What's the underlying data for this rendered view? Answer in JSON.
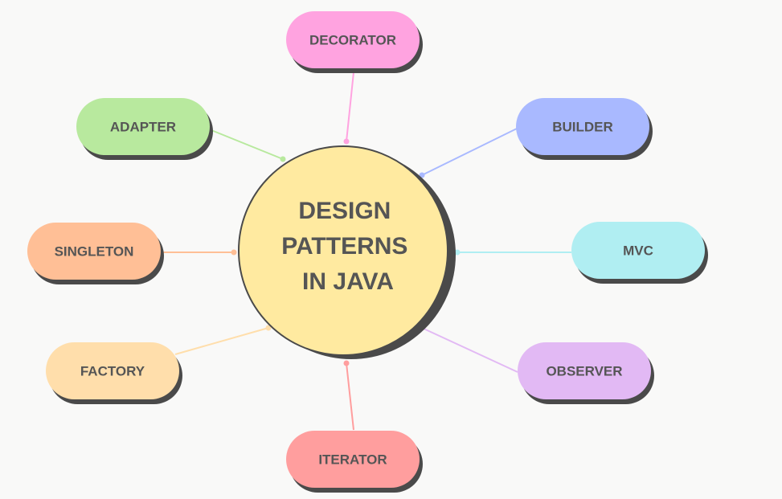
{
  "center": {
    "lines": [
      "DESIGN",
      "PATTERNS",
      "IN JAVA"
    ],
    "fill": "#ffeaa0"
  },
  "nodes": [
    {
      "id": "decorator",
      "label": "DECORATOR",
      "color": "#ffa3e0"
    },
    {
      "id": "builder",
      "label": "BUILDER",
      "color": "#a9b9ff"
    },
    {
      "id": "mvc",
      "label": "MVC",
      "color": "#b0eef2"
    },
    {
      "id": "observer",
      "label": "OBSERVER",
      "color": "#e2b9f4"
    },
    {
      "id": "iterator",
      "label": "ITERATOR",
      "color": "#ff9e9e"
    },
    {
      "id": "factory",
      "label": "FACTORY",
      "color": "#ffdeab"
    },
    {
      "id": "singleton",
      "label": "SINGLETON",
      "color": "#ffbf96"
    },
    {
      "id": "adapter",
      "label": "ADAPTER",
      "color": "#b8e99e"
    }
  ],
  "colors": {
    "text": "#555555",
    "shadow": "#4a4a4a",
    "background": "#f9f9f8"
  }
}
